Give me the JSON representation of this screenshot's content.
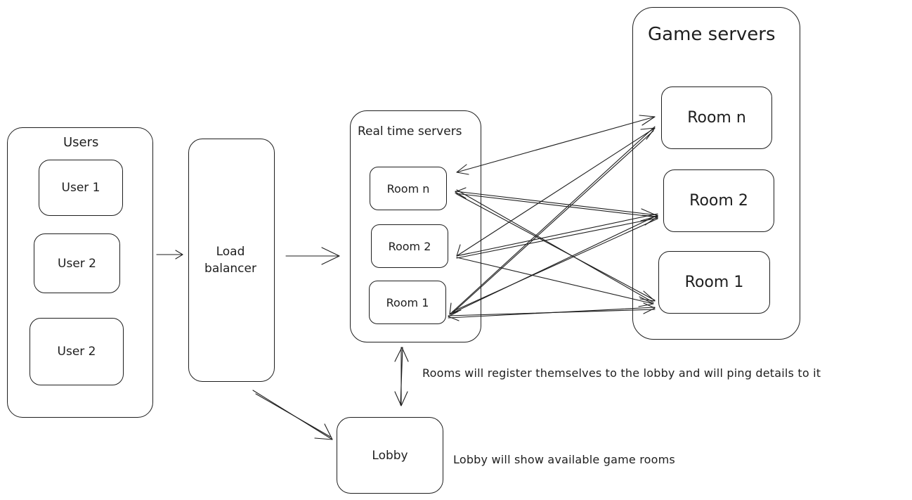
{
  "users": {
    "title": "Users",
    "items": [
      "User 1",
      "User 2",
      "User 2"
    ]
  },
  "load_balancer": {
    "label": "Load balancer"
  },
  "realtime": {
    "title": "Real time servers",
    "rooms": [
      "Room n",
      "Room 2",
      "Room 1"
    ]
  },
  "game": {
    "title": "Game servers",
    "rooms": [
      "Room n",
      "Room 2",
      "Room 1"
    ]
  },
  "lobby": {
    "label": "Lobby"
  },
  "notes": {
    "register": "Rooms will register themselves to the lobby and will ping details to it",
    "lobby": "Lobby will show available game rooms"
  },
  "colors": {
    "stroke": "#1e1e1e",
    "background": "#ffffff"
  }
}
